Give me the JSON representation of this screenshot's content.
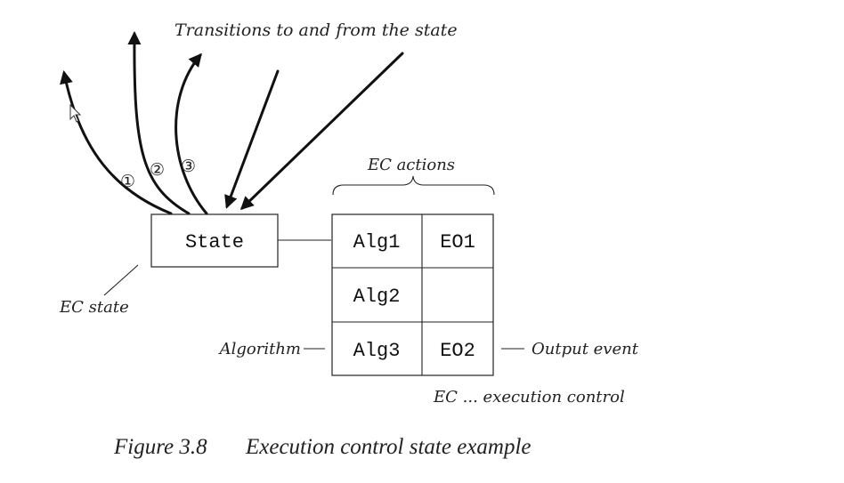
{
  "figure": {
    "title_top": "Transitions to and from the state",
    "ec_actions_label": "EC actions",
    "state_label": "State",
    "ec_state_label": "EC state",
    "algorithm_label": "Algorithm",
    "output_event_label": "Output event",
    "ec_definition": "EC ... execution control",
    "caption_number": "Figure 3.8",
    "caption_text": "Execution control state example",
    "transition_numbers": [
      "①",
      "②",
      "③"
    ],
    "actions_table": [
      [
        "Alg1",
        "EO1"
      ],
      [
        "Alg2",
        ""
      ],
      [
        "Alg3",
        "EO2"
      ]
    ]
  }
}
